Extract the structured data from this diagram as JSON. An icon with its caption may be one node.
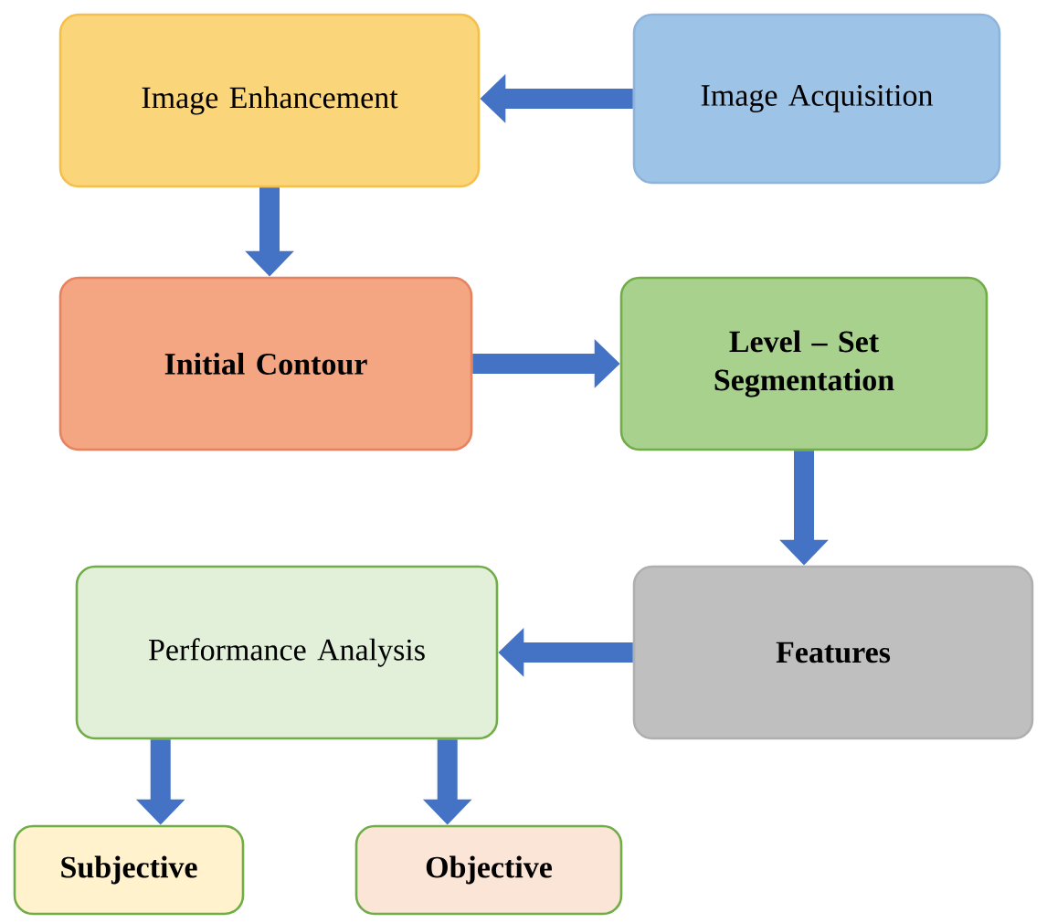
{
  "diagram": {
    "nodes": [
      {
        "text": [
          "Image Enhancement"
        ]
      },
      {
        "text": [
          "Image Acquisition"
        ]
      },
      {
        "text": [
          "Initial Contour"
        ]
      },
      {
        "text": [
          "Level – Set Segmentation"
        ]
      },
      {
        "text": [
          "Features"
        ]
      },
      {
        "text": [
          "Performance Analysis"
        ]
      },
      {
        "text": [
          "Subjective"
        ]
      },
      {
        "text": [
          "Objective"
        ]
      }
    ],
    "edges": [
      {
        "from": 1,
        "to": 0,
        "arrow": "to"
      },
      {
        "from": 0,
        "to": 2,
        "arrow": "to"
      },
      {
        "from": 2,
        "to": 3,
        "arrow": "to"
      },
      {
        "from": 3,
        "to": 4,
        "arrow": "to"
      },
      {
        "from": 4,
        "to": 5,
        "arrow": "to"
      },
      {
        "from": 5,
        "to": 6,
        "arrow": "to"
      },
      {
        "from": 5,
        "to": 7,
        "arrow": "to"
      }
    ]
  }
}
